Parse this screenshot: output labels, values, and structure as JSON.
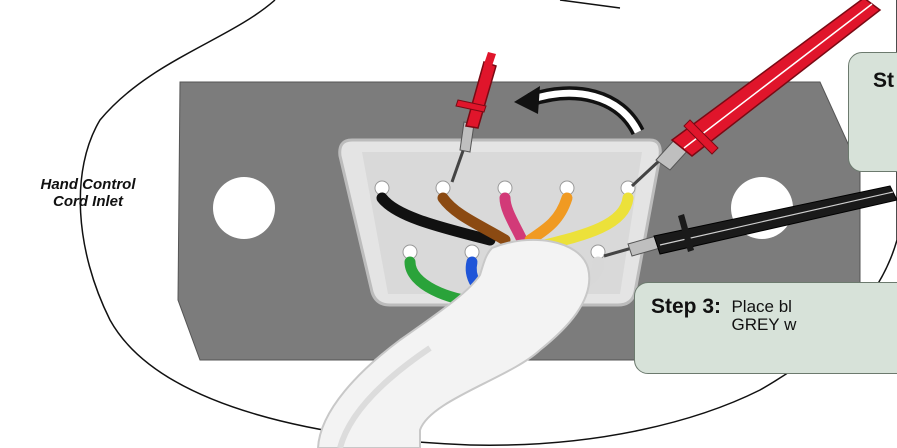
{
  "labels": {
    "inlet": "Hand Control Cord Inlet",
    "inlet_line1": "Hand Control",
    "inlet_line2": "Cord Inlet"
  },
  "callouts": {
    "top": {
      "step": "St"
    },
    "bottom": {
      "step": "Step 3:",
      "line1": "Place bl",
      "line2": "GREY w"
    }
  },
  "colors": {
    "panel": "#7c7c7c",
    "callout_fill": "#d7e2d9",
    "red_probe": "#e0152b",
    "black_probe": "#1a1a1a",
    "wires": [
      "#111111",
      "#8b4a12",
      "#d23a78",
      "#f09a22",
      "#ece13a",
      "#2aa33a",
      "#1f55d8",
      "#d8d8d8"
    ]
  },
  "icons": [
    "red-probe-icon",
    "black-probe-icon",
    "rotate-arrow-icon",
    "connector-icon"
  ]
}
